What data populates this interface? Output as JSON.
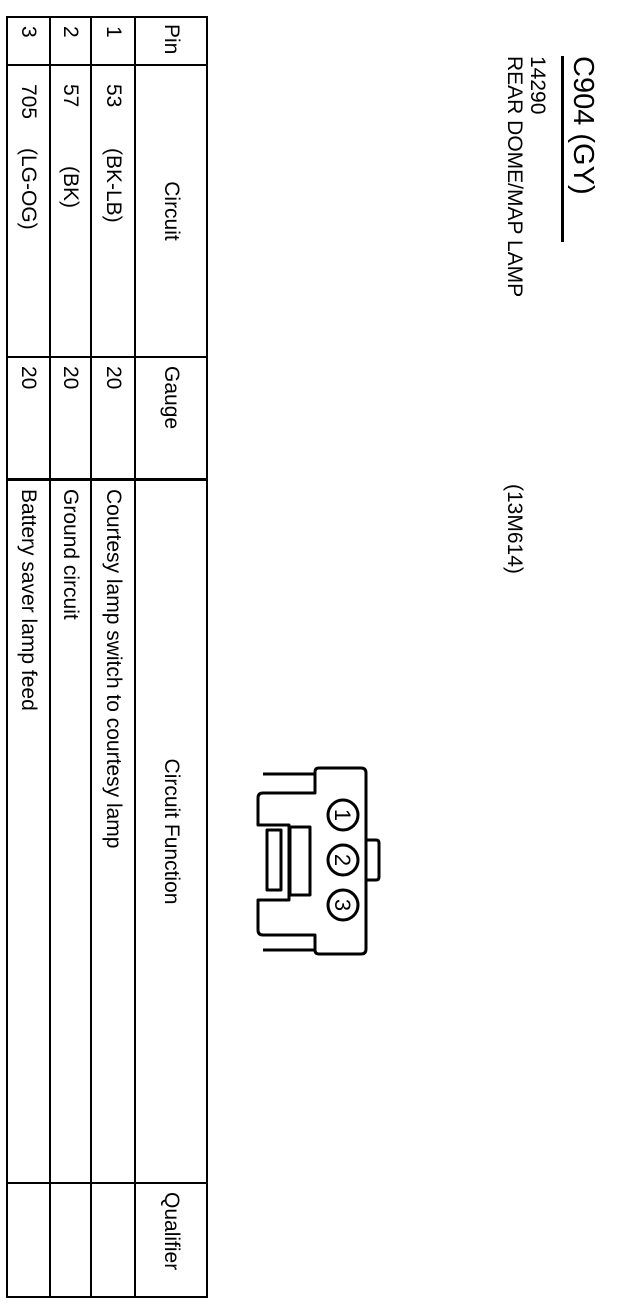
{
  "connector": {
    "id": "C904  (GY)",
    "part_number": "14290",
    "description": "REAR DOME/MAP LAMP",
    "description_code": "(13M614)"
  },
  "drawing": {
    "pins": [
      "1",
      "2",
      "3"
    ]
  },
  "table": {
    "headers": {
      "pin": "Pin",
      "circuit": "Circuit",
      "gauge": "Gauge",
      "function": "Circuit Function",
      "qualifier": "Qualifier"
    },
    "rows": [
      {
        "pin": "1",
        "circuit": "53",
        "color": "(BK-LB)",
        "gauge": "20",
        "function": "Courtesy lamp switch to courtesy lamp",
        "qualifier": ""
      },
      {
        "pin": "2",
        "circuit": "57",
        "color": "(BK)",
        "gauge": "20",
        "function": "Ground circuit",
        "qualifier": ""
      },
      {
        "pin": "3",
        "circuit": "705",
        "color": "(LG-OG)",
        "gauge": "20",
        "function": "Battery saver lamp feed",
        "qualifier": ""
      }
    ]
  }
}
